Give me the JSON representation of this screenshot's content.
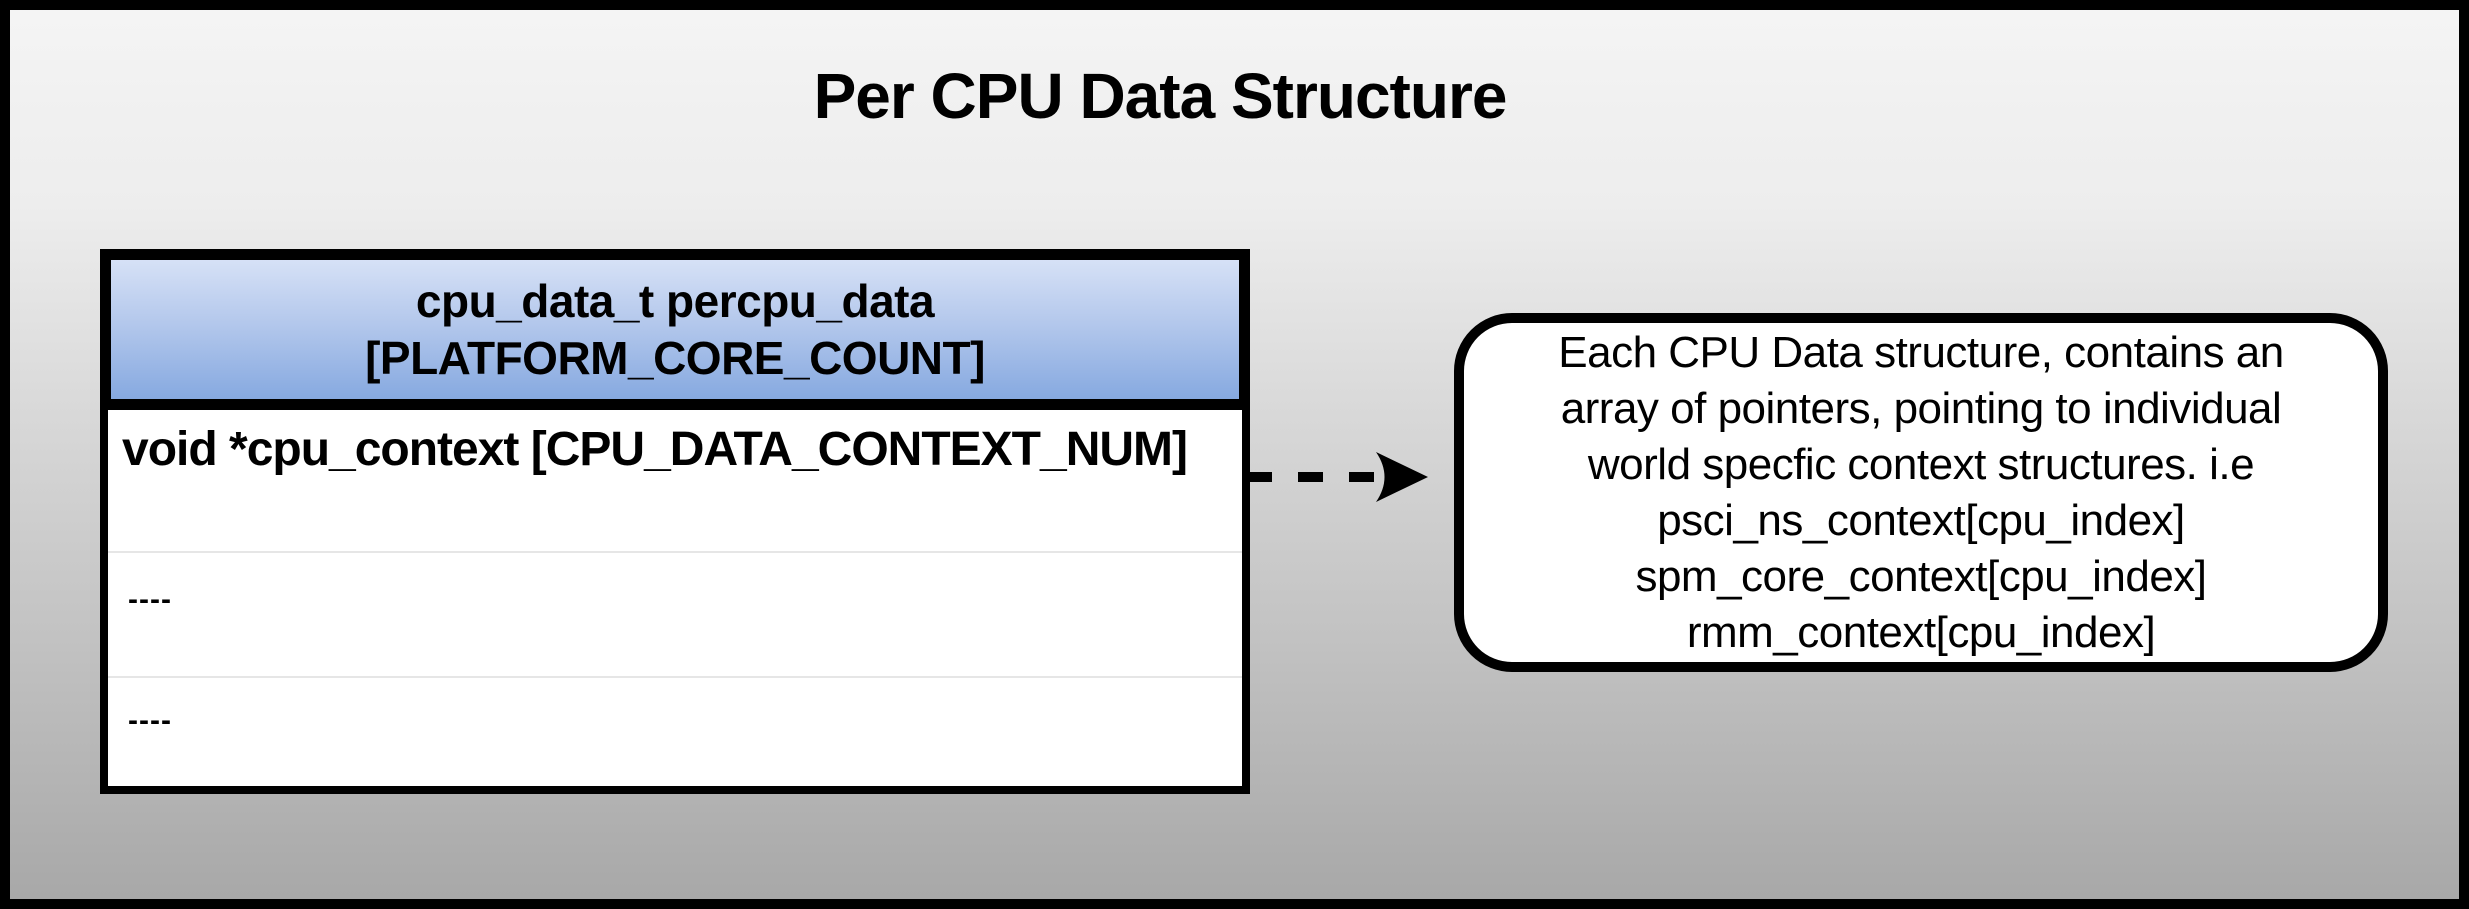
{
  "title": "Per CPU Data Structure",
  "struct_table": {
    "header": {
      "line1": "cpu_data_t percpu_data",
      "line2": "[PLATFORM_CORE_COUNT]"
    },
    "rows": [
      {
        "text": "void *cpu_context [CPU_DATA_CONTEXT_NUM]"
      },
      {
        "text": "----"
      },
      {
        "text": "----"
      }
    ]
  },
  "arrow": {
    "icon": "dashed-right-arrow"
  },
  "callout": {
    "lines": [
      "Each CPU Data structure, contains an",
      "array of pointers, pointing to individual",
      "world specfic context structures. i.e",
      "psci_ns_context[cpu_index]",
      "spm_core_context[cpu_index]",
      "rmm_context[cpu_index]"
    ]
  },
  "colors": {
    "background_top": "#f4f4f4",
    "background_bottom": "#a8a8a8",
    "header_gradient_top": "#d6e1f6",
    "header_gradient_bottom": "#86a9e0",
    "border": "#000000",
    "row_divider": "#e6e6e6",
    "box_fill": "#ffffff",
    "text": "#000000"
  }
}
